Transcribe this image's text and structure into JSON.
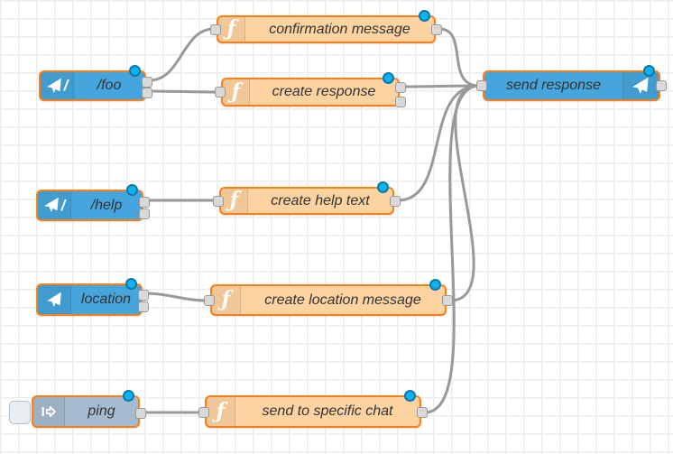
{
  "app": "node-red-flow-editor",
  "palette": {
    "node_blue": "#46a5dc",
    "node_orange": "#fdd3a2",
    "node_gray": "#a6bbcf",
    "selected_border": "#ff7f17",
    "wire_color": "#999999",
    "port_fill": "#d9d9d9",
    "port_border": "#999999",
    "dot_fill": "#0fb2ef",
    "dot_border": "#0779ad",
    "grid_line": "#ececec",
    "label_color": "#333333"
  },
  "nodes": [
    {
      "id": "foo",
      "label": "/foo",
      "type": "telegram-command",
      "icon": "paper-plane-slash",
      "outputs": 2,
      "inputs": 0,
      "changed": true,
      "selected": true
    },
    {
      "id": "confirmation",
      "label": "confirmation message",
      "type": "function",
      "icon": "function-f",
      "outputs": 1,
      "inputs": 1,
      "changed": true,
      "selected": true
    },
    {
      "id": "create_response",
      "label": "create response",
      "type": "function",
      "icon": "function-f",
      "outputs": 2,
      "inputs": 1,
      "changed": true,
      "selected": true
    },
    {
      "id": "send_response",
      "label": "send response",
      "type": "telegram-sender",
      "icon": "paper-plane",
      "outputs": 1,
      "inputs": 1,
      "changed": true,
      "selected": true
    },
    {
      "id": "help",
      "label": "/help",
      "type": "telegram-command",
      "icon": "paper-plane-slash",
      "outputs": 2,
      "inputs": 0,
      "changed": true,
      "selected": true
    },
    {
      "id": "create_help",
      "label": "create help text",
      "type": "function",
      "icon": "function-f",
      "outputs": 1,
      "inputs": 1,
      "changed": true,
      "selected": true
    },
    {
      "id": "location",
      "label": "location",
      "type": "telegram-event",
      "icon": "paper-plane",
      "outputs": 2,
      "inputs": 0,
      "changed": true,
      "selected": true
    },
    {
      "id": "create_location",
      "label": "create location message",
      "type": "function",
      "icon": "function-f",
      "outputs": 1,
      "inputs": 1,
      "changed": true,
      "selected": true
    },
    {
      "id": "ping",
      "label": "ping",
      "type": "inject",
      "icon": "inject-arrow",
      "outputs": 1,
      "inputs": 0,
      "changed": true,
      "selected": true,
      "has_button": true
    },
    {
      "id": "send_chat",
      "label": "send to specific chat",
      "type": "function",
      "icon": "function-f",
      "outputs": 1,
      "inputs": 1,
      "changed": true,
      "selected": true
    }
  ],
  "wires": [
    {
      "from": "foo:0",
      "to": "confirmation"
    },
    {
      "from": "foo:1",
      "to": "create_response"
    },
    {
      "from": "confirmation:0",
      "to": "send_response"
    },
    {
      "from": "create_response:0",
      "to": "send_response"
    },
    {
      "from": "help:0",
      "to": "create_help"
    },
    {
      "from": "create_help:0",
      "to": "send_response"
    },
    {
      "from": "location:0",
      "to": "create_location"
    },
    {
      "from": "create_location:0",
      "to": "send_response"
    },
    {
      "from": "ping:0",
      "to": "send_chat"
    },
    {
      "from": "send_chat:0",
      "to": "send_response"
    }
  ]
}
